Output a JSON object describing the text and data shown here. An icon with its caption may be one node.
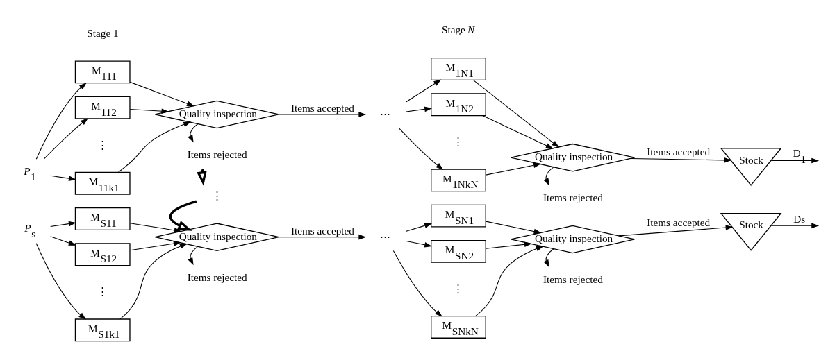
{
  "diagram": {
    "nodes": [
      {
        "text": [
          "*P*$_{1}$"
        ]
      },
      {
        "text": [
          "M$_{111}$"
        ]
      },
      {
        "text": [
          "M$_{112}$"
        ]
      },
      {
        "text": [
          "M$_{11k1}$"
        ]
      },
      {
        "text": [
          "Quality inspection"
        ]
      },
      {
        "text": [
          "⋯"
        ]
      },
      {
        "text": [
          "M$_{1N1}$"
        ]
      },
      {
        "text": [
          "M$_{1N2}$"
        ]
      },
      {
        "text": [
          "M$_{1NkN}$"
        ]
      },
      {
        "text": [
          "Quality inspection"
        ]
      },
      {
        "text": [
          "Stock"
        ]
      },
      {
        "text": [
          "Items rejected"
        ]
      },
      {
        "text": [
          "Items rejected"
        ]
      },
      {
        "text": [
          "⋮"
        ]
      },
      {
        "text": [
          "*P*$_{s}$"
        ]
      },
      {
        "text": [
          "M$_{S11}$"
        ]
      },
      {
        "text": [
          "M$_{S12}$"
        ]
      },
      {
        "text": [
          "M$_{S1k1}$"
        ]
      },
      {
        "text": [
          "Quality inspection"
        ]
      },
      {
        "text": [
          "⋯"
        ]
      },
      {
        "text": [
          "M$_{SN1}$"
        ]
      },
      {
        "text": [
          "M$_{SN2}$"
        ]
      },
      {
        "text": [
          "M$_{SNkN}$"
        ]
      },
      {
        "text": [
          "Quality inspection"
        ]
      },
      {
        "text": [
          "Stock"
        ]
      },
      {
        "text": [
          "Items rejected"
        ]
      },
      {
        "text": [
          "Items rejected"
        ]
      }
    ],
    "edges": [
      {
        "from": 0,
        "to": 1,
        "arrow": "to"
      },
      {
        "from": 0,
        "to": 2,
        "arrow": "to"
      },
      {
        "from": 0,
        "to": 3,
        "arrow": "to"
      },
      {
        "from": 1,
        "to": 4,
        "arrow": "to"
      },
      {
        "from": 2,
        "to": 4,
        "arrow": "to"
      },
      {
        "from": 3,
        "to": 4,
        "arrow": "to"
      },
      {
        "from": 4,
        "to": 5,
        "arrow": "to",
        "label": "Items accepted"
      },
      {
        "from": 4,
        "to": 11,
        "arrow": "to"
      },
      {
        "from": 5,
        "to": 6,
        "arrow": "to"
      },
      {
        "from": 5,
        "to": 7,
        "arrow": "to"
      },
      {
        "from": 5,
        "to": 8,
        "arrow": "to"
      },
      {
        "from": 6,
        "to": 9,
        "arrow": "to"
      },
      {
        "from": 7,
        "to": 9,
        "arrow": "to"
      },
      {
        "from": 8,
        "to": 9,
        "arrow": "to"
      },
      {
        "from": 9,
        "to": 10,
        "arrow": "to",
        "label": "Items accepted"
      },
      {
        "from": 9,
        "to": 12,
        "arrow": "to"
      },
      {
        "from": 10,
        "to": null,
        "arrow": "to",
        "label": "D$_{1}$"
      },
      {
        "from": 11,
        "to": 13,
        "arrow": "to",
        "style": "thick"
      },
      {
        "from": 13,
        "to": 18,
        "arrow": "to",
        "style": "thick"
      },
      {
        "from": 14,
        "to": 15,
        "arrow": "to"
      },
      {
        "from": 14,
        "to": 16,
        "arrow": "to"
      },
      {
        "from": 14,
        "to": 17,
        "arrow": "to"
      },
      {
        "from": 15,
        "to": 18,
        "arrow": "to"
      },
      {
        "from": 16,
        "to": 18,
        "arrow": "to"
      },
      {
        "from": 17,
        "to": 18,
        "arrow": "to"
      },
      {
        "from": 18,
        "to": 19,
        "arrow": "to",
        "label": "Items accepted"
      },
      {
        "from": 18,
        "to": 25,
        "arrow": "to"
      },
      {
        "from": 19,
        "to": 20,
        "arrow": "to"
      },
      {
        "from": 19,
        "to": 21,
        "arrow": "to"
      },
      {
        "from": 19,
        "to": 22,
        "arrow": "to"
      },
      {
        "from": 20,
        "to": 23,
        "arrow": "to"
      },
      {
        "from": 21,
        "to": 23,
        "arrow": "to"
      },
      {
        "from": 22,
        "to": 23,
        "arrow": "to"
      },
      {
        "from": 23,
        "to": 24,
        "arrow": "to",
        "label": "Items accepted"
      },
      {
        "from": 23,
        "to": 26,
        "arrow": "to"
      },
      {
        "from": 24,
        "to": null,
        "arrow": "to",
        "label": "Ds"
      }
    ],
    "labels": [
      "Stage 1",
      "Stage *N*",
      "⋮",
      "⋮",
      "⋮",
      "⋮"
    ]
  }
}
